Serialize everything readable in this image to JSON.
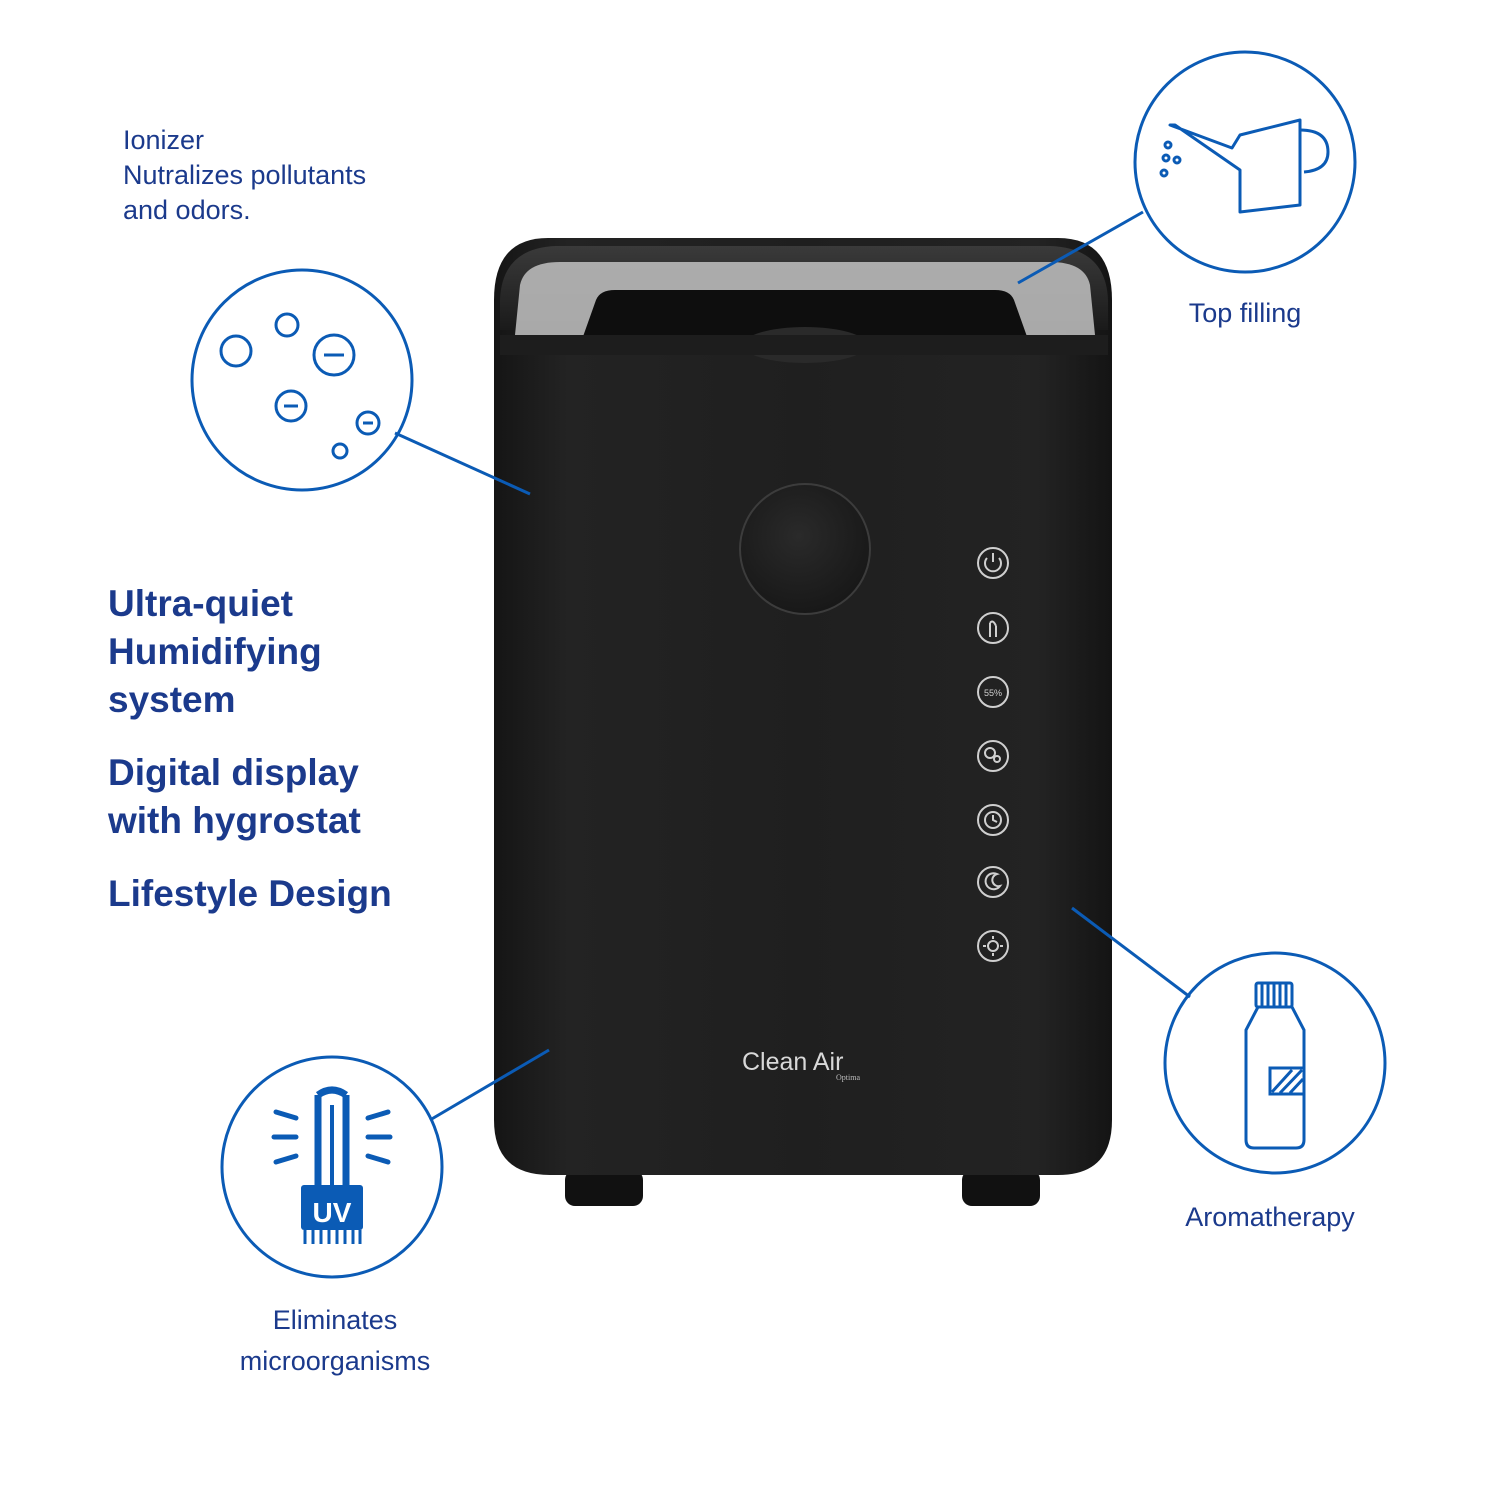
{
  "colors": {
    "accent_blue": "#0b5bb5",
    "headline_blue": "#1b3a8c",
    "device_body": "#1c1c1c"
  },
  "features": {
    "ionizer": {
      "title": "Ionizer",
      "line1": "Nutralizes pollutants",
      "line2": "and odors.",
      "icon": "ion-particles-icon"
    },
    "top_filling": {
      "label": "Top filling",
      "icon": "watering-can-icon"
    },
    "aromatherapy": {
      "label": "Aromatherapy",
      "icon": "oil-bottle-icon"
    },
    "uv": {
      "line1": "Eliminates",
      "line2": "microorganisms",
      "badge": "UV",
      "icon": "uv-lamp-icon"
    }
  },
  "headlines": {
    "h1_line1": "Ultra-quiet",
    "h1_line2": "Humidifying",
    "h1_line3": "system",
    "h2_line1": "Digital display",
    "h2_line2": "with hygrostat",
    "h3": "Lifestyle Design"
  },
  "device": {
    "brand": "Clean Air",
    "sub_brand": "Optima",
    "humidity_button_label": "55%",
    "control_buttons": [
      "power-icon",
      "touch-icon",
      "humidity-icon",
      "mode-icon",
      "timer-icon",
      "sleep-icon",
      "light-icon"
    ]
  }
}
